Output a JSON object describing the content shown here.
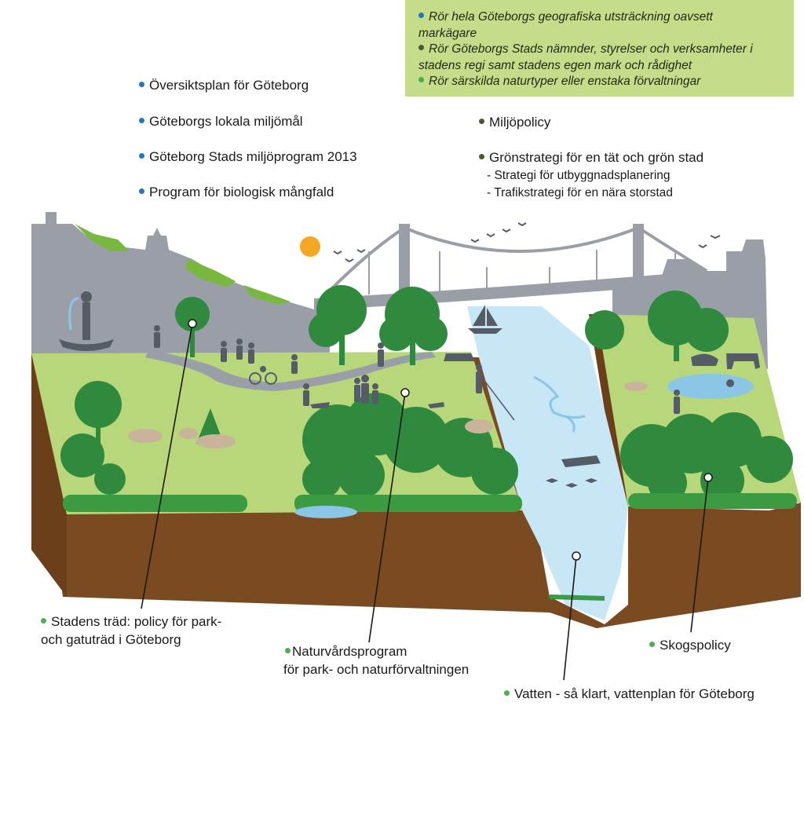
{
  "colors": {
    "city": "#1f78bf",
    "municipal": "#4a5a30",
    "specific": "#4caf50",
    "legend_bg": "#c5dc8a",
    "skyline": "#9a9ea6",
    "grass": "#b8d67a",
    "soil": "#7a4a20",
    "water": "#c7e6f6",
    "tree": "#2f8a3e",
    "silhouette": "#555c66"
  },
  "legend": [
    {
      "text": "Rör hela Göteborgs geografiska utsträckning oavsett",
      "dot": "city"
    },
    {
      "text": "markägare",
      "dot": ""
    },
    {
      "text": "Rör Göteborgs Stads nämnder, styrelser och verksamheter i",
      "dot": "municipal"
    },
    {
      "text": "stadens regi samt stadens egen mark och rådighet",
      "dot": ""
    },
    {
      "text": "Rör särskilda naturtyper eller enstaka förvaltningar",
      "dot": "specific"
    }
  ],
  "city_documents": [
    "Översiktsplan för Göteborg",
    "Göteborgs lokala miljömål",
    "Göteborg Stads miljöprogram 2013",
    "Program för biologisk mångfald"
  ],
  "municipal_documents": {
    "policy": "Miljöpolicy",
    "strategy": "Grönstrategi för en tät och grön stad",
    "sub": [
      "- Strategi för utbyggnadsplanering",
      "- Trafikstrategi för en nära storstad"
    ]
  },
  "callouts": {
    "trees": [
      "Stadens träd: policy för park-",
      "och gatuträd i Göteborg"
    ],
    "nature": [
      "Naturvårdsprogram",
      "för park- och naturförvaltningen"
    ],
    "forest": "Skogspolicy",
    "water": "Vatten - så klart, vattenplan för Göteborg"
  }
}
